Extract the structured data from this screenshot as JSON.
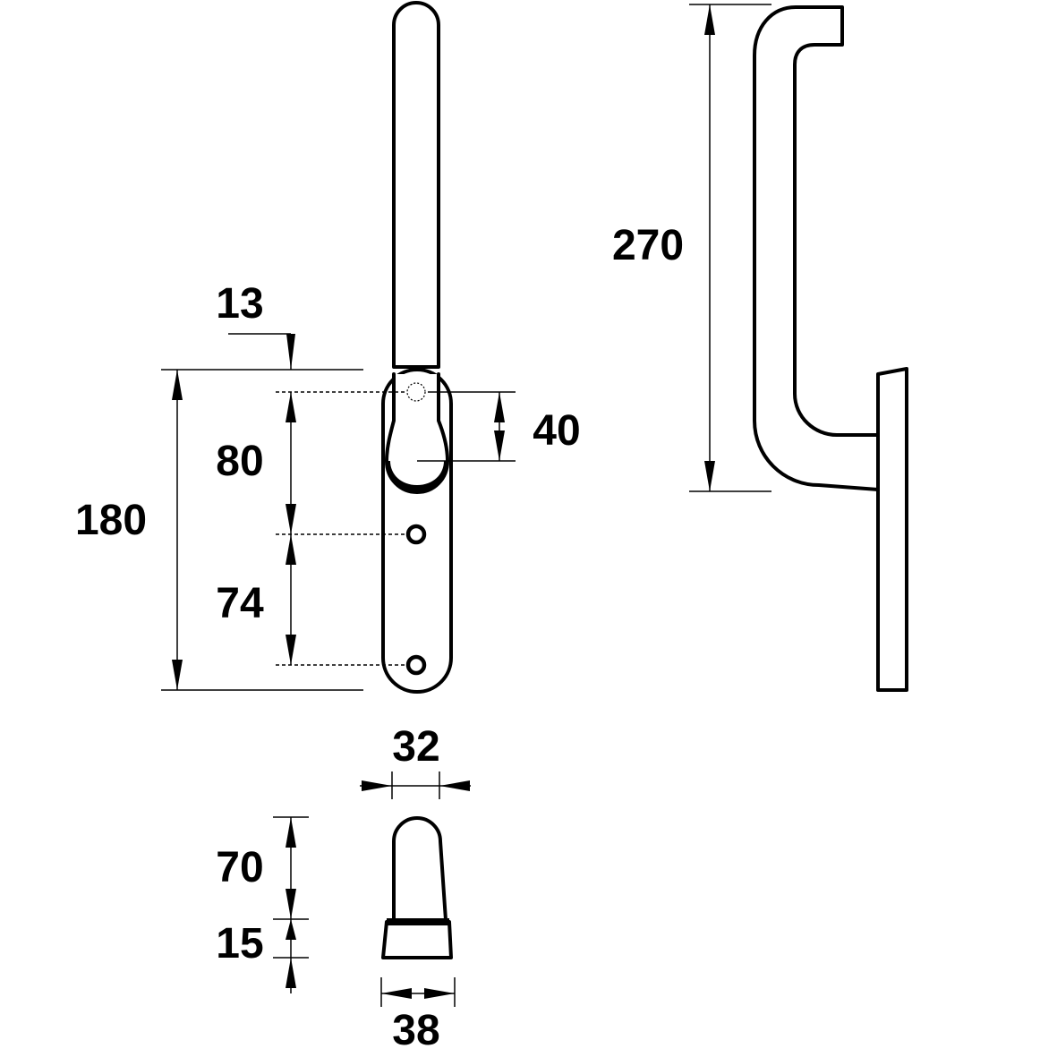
{
  "dimensions": {
    "d13": "13",
    "d80": "80",
    "d40": "40",
    "d180": "180",
    "d74": "74",
    "d270": "270",
    "d32": "32",
    "d70": "70",
    "d15": "15",
    "d38": "38"
  },
  "colors": {
    "line": "#000000",
    "background": "#ffffff"
  }
}
